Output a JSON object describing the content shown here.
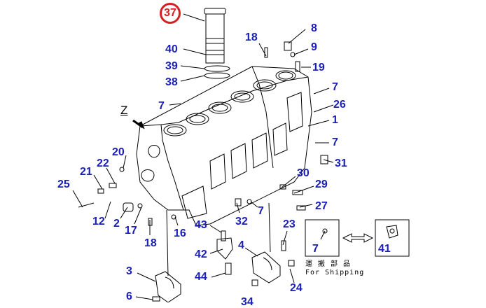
{
  "highlighted_part": "37",
  "view_marker": "Z",
  "shipping_note": {
    "japanese": "運 搬 部 品",
    "english": "For Shipping"
  },
  "callouts": [
    {
      "id": "p37",
      "text": "37"
    },
    {
      "id": "p40",
      "text": "40"
    },
    {
      "id": "p39",
      "text": "39"
    },
    {
      "id": "p38",
      "text": "38"
    },
    {
      "id": "p18a",
      "text": "18"
    },
    {
      "id": "p8",
      "text": "8"
    },
    {
      "id": "p9",
      "text": "9"
    },
    {
      "id": "p19",
      "text": "19"
    },
    {
      "id": "p7a",
      "text": "7"
    },
    {
      "id": "p7b",
      "text": "7"
    },
    {
      "id": "p26",
      "text": "26"
    },
    {
      "id": "p1",
      "text": "1"
    },
    {
      "id": "p7c",
      "text": "7"
    },
    {
      "id": "p31",
      "text": "31"
    },
    {
      "id": "p20",
      "text": "20"
    },
    {
      "id": "p22",
      "text": "22"
    },
    {
      "id": "p21",
      "text": "21"
    },
    {
      "id": "p25",
      "text": "25"
    },
    {
      "id": "p30",
      "text": "30"
    },
    {
      "id": "p29",
      "text": "29"
    },
    {
      "id": "p27",
      "text": "27"
    },
    {
      "id": "p12",
      "text": "12"
    },
    {
      "id": "p2",
      "text": "2"
    },
    {
      "id": "p17",
      "text": "17"
    },
    {
      "id": "p16",
      "text": "16"
    },
    {
      "id": "p32",
      "text": "32"
    },
    {
      "id": "p7d",
      "text": "7"
    },
    {
      "id": "p43",
      "text": "43"
    },
    {
      "id": "p18b",
      "text": "18"
    },
    {
      "id": "p23",
      "text": "23"
    },
    {
      "id": "p7e",
      "text": "7"
    },
    {
      "id": "p41",
      "text": "41"
    },
    {
      "id": "p42",
      "text": "42"
    },
    {
      "id": "p4",
      "text": "4"
    },
    {
      "id": "p44",
      "text": "44"
    },
    {
      "id": "p3",
      "text": "3"
    },
    {
      "id": "p24",
      "text": "24"
    },
    {
      "id": "p6",
      "text": "6"
    },
    {
      "id": "p34",
      "text": "34"
    }
  ],
  "colors": {
    "label": "#1a1fb8",
    "highlight": "#d42020",
    "line": "#000000"
  }
}
